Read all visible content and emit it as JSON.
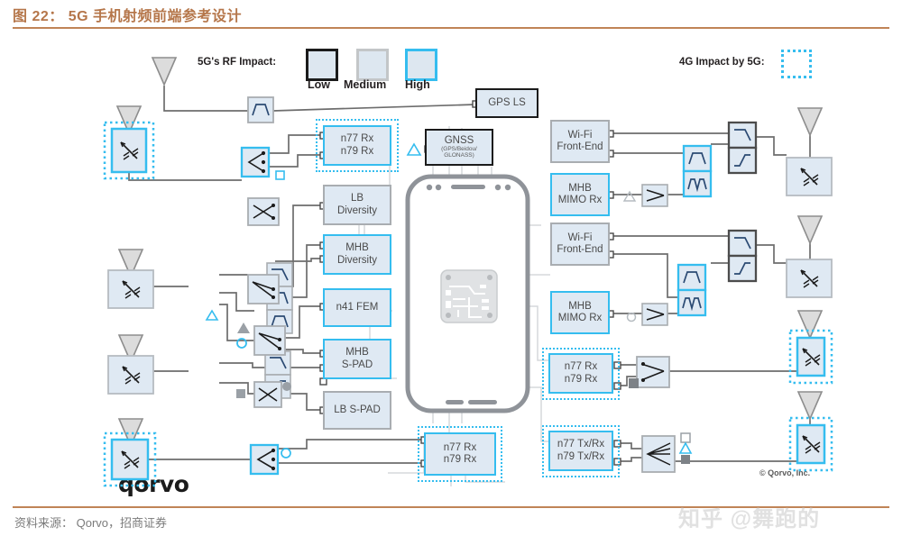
{
  "figure": {
    "title": "图 22： 5G 手机射频前端参考设计",
    "source_note": "资料来源： Qorvo，招商证券",
    "watermark": "知乎 @舞跑的",
    "accent_color": "#c08457",
    "title_color": "#b5764a"
  },
  "legend": {
    "impact_label": "5G's RF Impact:",
    "swatches": [
      {
        "caption": "Low",
        "border": "#1b1b1b",
        "fill": "#dde7f0"
      },
      {
        "caption": "Medium",
        "border": "#c3c6c8",
        "fill": "#dde7f0"
      },
      {
        "caption": "High",
        "border": "#35bdef",
        "fill": "#dde7f0"
      }
    ],
    "fourg_label": "4G Impact by 5G:",
    "fourg_style": "dotted-cyan-outline"
  },
  "branding": {
    "logo_text": "qorvo",
    "copyright": "© Qorvo, Inc."
  },
  "blocks": {
    "gps_ls": {
      "line1": "GPS LS",
      "line2": "",
      "impact": "low"
    },
    "gnss": {
      "line1": "GNSS",
      "sub": "(GPS/Beidou/ GLONASS)",
      "impact": "low"
    },
    "n77n79_rx_tl": {
      "line1": "n77 Rx",
      "line2": "n79 Rx",
      "impact": "high",
      "fourg": true
    },
    "lb_diversity": {
      "line1": "LB",
      "line2": "Diversity",
      "impact": "med"
    },
    "mhb_diversity": {
      "line1": "MHB",
      "line2": "Diversity",
      "impact": "high"
    },
    "n41_fem": {
      "line1": "n41 FEM",
      "line2": "",
      "impact": "high"
    },
    "mhb_spad": {
      "line1": "MHB",
      "line2": "S-PAD",
      "impact": "high"
    },
    "lb_spad": {
      "line1": "LB S-PAD",
      "line2": "",
      "impact": "med"
    },
    "n77n79_rx_bl": {
      "line1": "n77 Rx",
      "line2": "n79 Rx",
      "impact": "high",
      "fourg": true
    },
    "wifi_fe_1": {
      "line1": "Wi-Fi",
      "line2": "Front-End",
      "impact": "med"
    },
    "mhb_mimo_rx_1": {
      "line1": "MHB",
      "line2": "MIMO Rx",
      "impact": "high"
    },
    "wifi_fe_2": {
      "line1": "Wi-Fi",
      "line2": "Front-End",
      "impact": "med"
    },
    "mhb_mimo_rx_2": {
      "line1": "MHB",
      "line2": "MIMO Rx",
      "impact": "high"
    },
    "n77n79_rx_br": {
      "line1": "n77 Rx",
      "line2": "n79 Rx",
      "impact": "high",
      "fourg": true
    },
    "n77n79_txrx": {
      "line1": "n77 Tx/Rx",
      "line2": "n79 Tx/Rx",
      "impact": "high",
      "fourg": true
    }
  },
  "symbols": {
    "antenna": "antenna-icon",
    "tuner": "antenna-tuner-icon",
    "switch": "rf-switch-icon",
    "filter": "rf-filter-icon",
    "diplexer": "diplexer-icon",
    "phone": "smartphone-icon",
    "pcb": "rf-module-icon"
  }
}
